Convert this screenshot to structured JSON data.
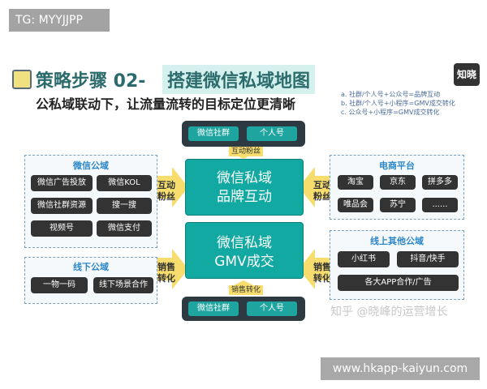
{
  "tag": "TG: MYYJJPP",
  "title_main": "策略步骤 02-",
  "title_highlight": "搭建微信私域地图",
  "subtitle": "公私域联动下，让流量流转的目标定位更清晰",
  "badge": "知晓",
  "legend": [
    "a. 社群/个人号+公众号=品牌互动",
    "b. 社群/个人号+小程序=GMV成交转化",
    "c. 公众号+小程序=GMV成交转化"
  ],
  "top_box": {
    "items": [
      "微信社群",
      "个人号"
    ],
    "label": "互动粉丝"
  },
  "bottom_box": {
    "items": [
      "微信社群",
      "个人号"
    ],
    "label": "销售转化"
  },
  "center": {
    "top_lines": [
      "微信私域",
      "品牌互动"
    ],
    "bottom_lines": [
      "微信私域",
      "GMV成交"
    ]
  },
  "wechat_public": {
    "title": "微信公域",
    "items": [
      "微信广告投放",
      "微信KOL",
      "微信社群资源",
      "搜一搜",
      "视频号",
      "微信支付"
    ]
  },
  "offline_public": {
    "title": "线下公域",
    "items": [
      "一物一码",
      "线下场景合作"
    ]
  },
  "ecommerce": {
    "title": "电商平台",
    "items": [
      "淘宝",
      "京东",
      "拼多多",
      "唯品会",
      "苏宁",
      "......"
    ]
  },
  "online_other": {
    "title": "线上其他公域",
    "items": [
      "小红书",
      "抖音/快手",
      "各大APP合作/广告"
    ]
  },
  "arrows": {
    "left_top": [
      "互动",
      "粉丝"
    ],
    "left_bottom": [
      "销售",
      "转化"
    ],
    "right_top": [
      "互动",
      "粉丝"
    ],
    "right_bottom": [
      "销售",
      "转化"
    ]
  },
  "watermark": "知乎 @晓峰的运营增长",
  "url": "www.hkapp-kaiyun.com",
  "colors": {
    "teal": "#12a9a2",
    "dark": "#2e3a42",
    "yellow": "#f6dd6e",
    "blue_title": "#2a86c8"
  }
}
